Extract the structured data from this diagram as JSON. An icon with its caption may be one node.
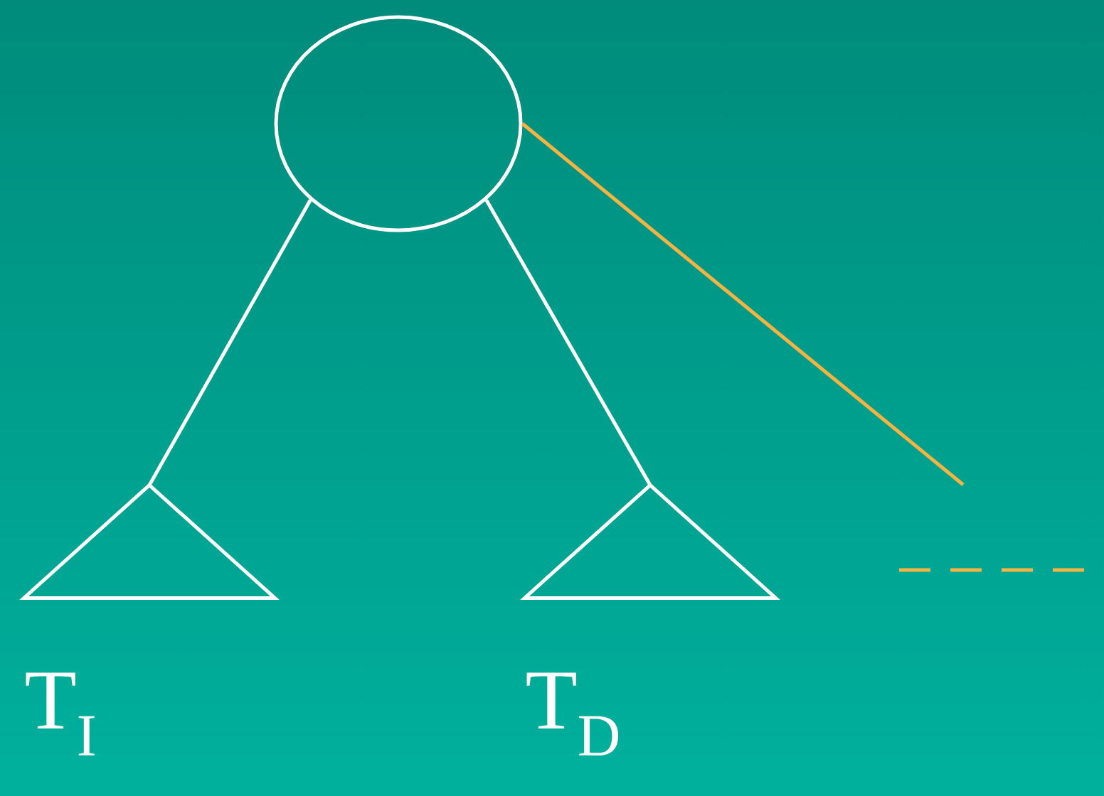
{
  "diagram": {
    "nodes": [
      {
        "text": [],
        "shape": "circle"
      },
      {
        "text": [],
        "shape": "triangle",
        "beside": [
          "T$_{I}$"
        ]
      },
      {
        "text": [],
        "shape": "triangle",
        "beside": [
          "T$_{D}$"
        ]
      }
    ],
    "edges": [
      {
        "from": 0,
        "to": 1,
        "arrow": "none"
      },
      {
        "from": 0,
        "to": 2,
        "arrow": "none"
      },
      {
        "from": 0,
        "to": null,
        "arrow": "none",
        "color": "#f5b342"
      }
    ]
  }
}
